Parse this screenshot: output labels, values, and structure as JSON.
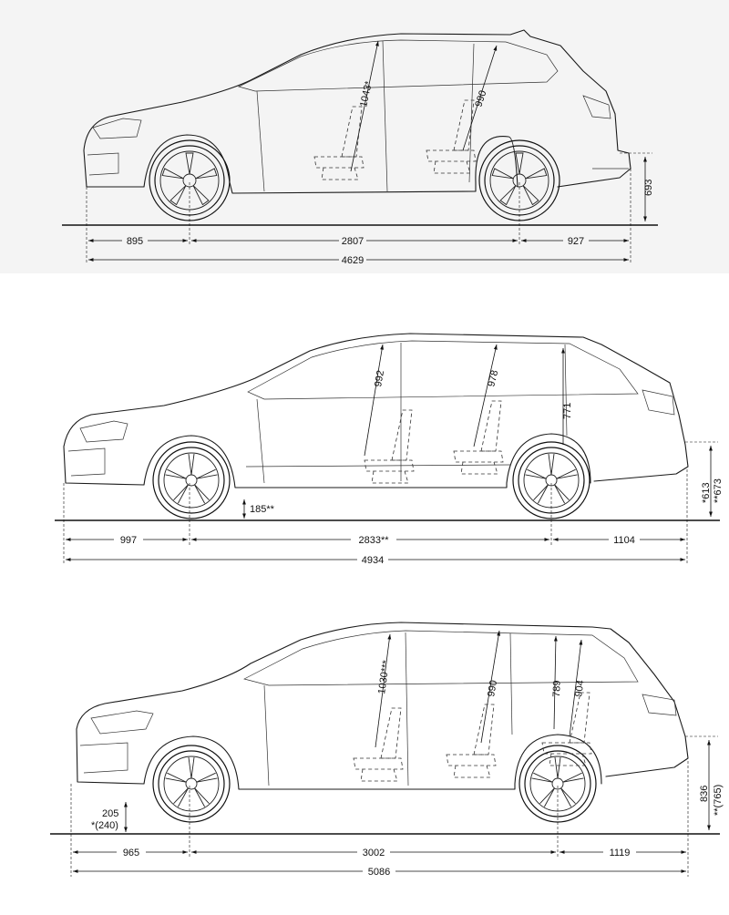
{
  "cars": [
    {
      "dims": {
        "front_overhang": "895",
        "wheelbase": "2807",
        "rear_overhang": "927",
        "length": "4629",
        "rear_height": "693"
      },
      "interior": {
        "front_headroom": "1043*",
        "rear_headroom": "990"
      }
    },
    {
      "dims": {
        "front_overhang": "997",
        "wheelbase": "2833**",
        "rear_overhang": "1104",
        "length": "4934",
        "ground_clearance": "185**",
        "rear_height": "*613",
        "rear_height_alt": "**673"
      },
      "interior": {
        "front_headroom": "992",
        "rear_headroom": "978",
        "cargo_height": "771"
      }
    },
    {
      "dims": {
        "front_overhang": "965",
        "wheelbase": "3002",
        "rear_overhang": "1119",
        "length": "5086",
        "ground_clearance": "205",
        "ground_clearance_alt": "*(240)",
        "rear_height": "836",
        "rear_height_alt": "**(765)"
      },
      "interior": {
        "front_headroom": "1030***",
        "second_headroom": "990",
        "third_row_a": "789",
        "third_row_b": "904"
      }
    }
  ]
}
